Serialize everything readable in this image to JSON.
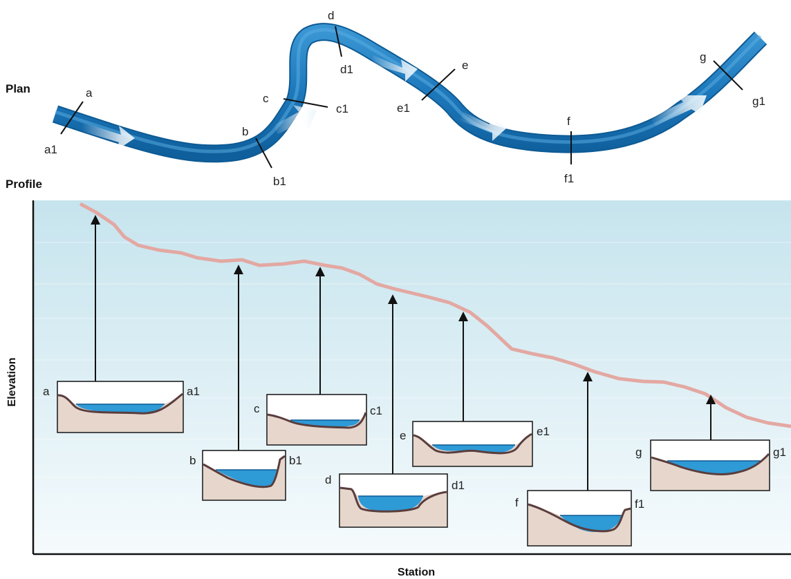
{
  "plan_label": "Plan",
  "profile_label": "Profile",
  "x_axis_label": "Station",
  "y_axis_label": "Elevation",
  "colors": {
    "river": "#1f7bbf",
    "river_edge": "#0d5a93",
    "water": "#2e9ad6",
    "ground": "#e6d6cc",
    "bank_line": "#5a3d3d",
    "profile_line": "#e3a8a2",
    "sky_top": "#c9e6ef",
    "sky_bottom": "#f4fafc"
  },
  "plan_sections": [
    {
      "start": "a",
      "end": "a1"
    },
    {
      "start": "b",
      "end": "b1"
    },
    {
      "start": "c",
      "end": "c1"
    },
    {
      "start": "d",
      "end": "d1"
    },
    {
      "start": "e",
      "end": "e1"
    },
    {
      "start": "f",
      "end": "f1"
    },
    {
      "start": "g",
      "end": "g1"
    }
  ],
  "cross_sections": [
    {
      "left": "a",
      "right": "a1"
    },
    {
      "left": "b",
      "right": "b1"
    },
    {
      "left": "c",
      "right": "c1"
    },
    {
      "left": "d",
      "right": "d1"
    },
    {
      "left": "e",
      "right": "e1"
    },
    {
      "left": "f",
      "right": "f1"
    },
    {
      "left": "g",
      "right": "g1"
    }
  ]
}
